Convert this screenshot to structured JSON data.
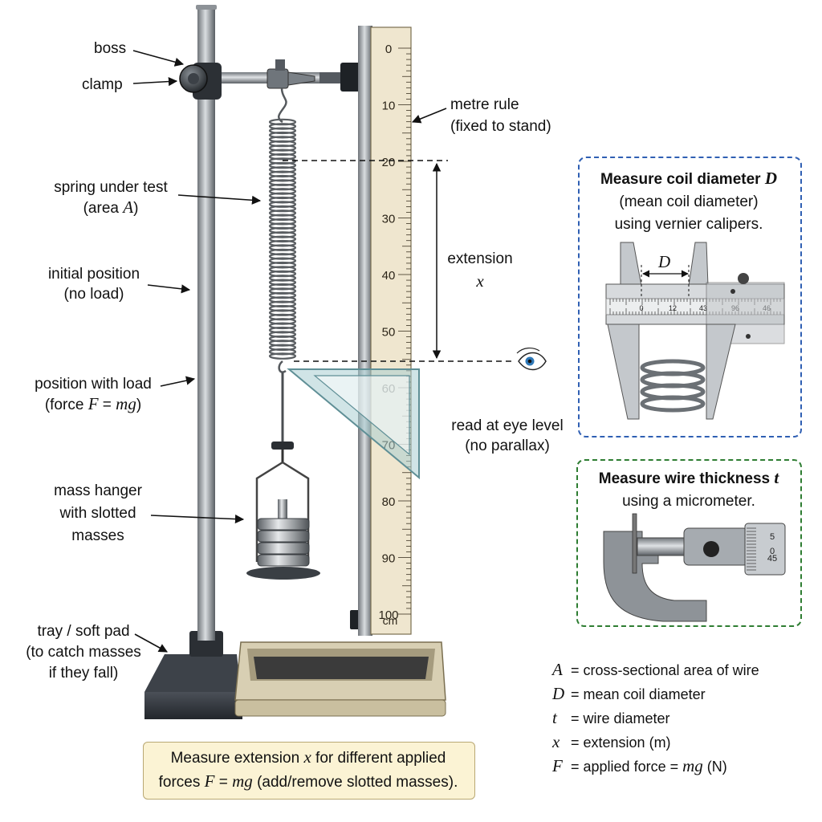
{
  "labels": {
    "boss": "boss",
    "clamp": "clamp",
    "metre_rule": "metre rule",
    "metre_rule_note": "(fixed to stand)",
    "spring_line1": "spring under test",
    "spring_line2_text": "(area ",
    "spring_line2_sym": "A",
    "spring_line2_end": ")",
    "initial_line1": "initial position",
    "initial_line2": "(no load)",
    "load_line1": "position with load",
    "load_line2_pre": "(force ",
    "load_line2_F": "F",
    "load_line2_eq": " = ",
    "load_line2_mg": "mg",
    "load_line2_end": ")",
    "hanger_line1": "mass hanger",
    "hanger_line2": "with slotted",
    "hanger_line3": "masses",
    "tray_line1": "tray / soft pad",
    "tray_line2": "(to catch masses",
    "tray_line3": "if they fall)",
    "extension": "extension",
    "extension_sym": "x",
    "eye_line1": "read at eye level",
    "eye_line2": "(no parallax)"
  },
  "ruler": {
    "ticks": [
      "0",
      "10",
      "20",
      "30",
      "40",
      "50",
      "60",
      "70",
      "80",
      "90",
      "100"
    ],
    "unit": "cm"
  },
  "vernier_box": {
    "title_pre": "Measure coil diameter ",
    "title_sym": "D",
    "line2": "(mean coil diameter)",
    "line3": "using vernier calipers.",
    "jaw_label": "D",
    "scale_nums": [
      "0",
      "12",
      "43",
      "96",
      "46"
    ]
  },
  "micrometer_box": {
    "title_pre": "Measure wire thickness ",
    "title_sym": "t",
    "line2": "using a micrometer.",
    "thimble_nums": [
      "5",
      "0",
      "45"
    ]
  },
  "legend": [
    {
      "sym": "A",
      "text": "cross-sectional area of wire"
    },
    {
      "sym": "D",
      "text": "mean coil diameter"
    },
    {
      "sym": "t",
      "text": "wire diameter"
    },
    {
      "sym": "x",
      "text": "extension (m)"
    },
    {
      "sym": "F",
      "text": "applied force = ",
      "sym2": "mg",
      "tail": " (N)"
    }
  ],
  "caption": {
    "l1_pre": "Measure extension ",
    "l1_sym": "x",
    "l1_post": " for different applied",
    "l2_pre": "forces ",
    "l2_F": "F",
    "l2_eq": " = ",
    "l2_mg": "mg",
    "l2_post": "  (add/remove slotted masses)."
  },
  "colors": {
    "blue_box": "#2f5fb3",
    "green_box": "#2e7d32",
    "ruler_fill": "#efe6cf",
    "caption_fill": "#fbf3d4"
  }
}
